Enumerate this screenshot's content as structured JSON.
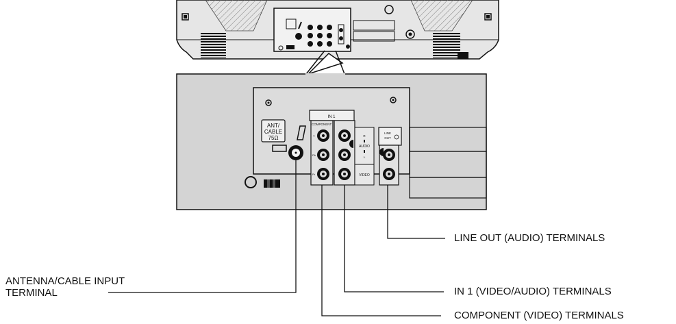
{
  "panel_labels": {
    "ant_line1": "ANT/",
    "ant_line2": "CABLE",
    "ant_line3": "75Ω",
    "in1": "IN  1",
    "component": "COMPONENT",
    "audio": "AUDIO",
    "audio_r": "R",
    "audio_l": "L",
    "video": "VIDEO",
    "line_out_line1": "LINE",
    "line_out_line2": "OUT",
    "comp_y": "Y",
    "comp_pb": "Pb",
    "comp_pr": "Pr"
  },
  "callouts": {
    "line_out": "LINE OUT (AUDIO) TERMINALS",
    "in1": "IN 1 (VIDEO/AUDIO) TERMINALS",
    "component": "COMPONENT (VIDEO) TERMINALS",
    "antenna_line1": "ANTENNA/CABLE INPUT",
    "antenna_line2": "TERMINAL"
  },
  "colors": {
    "housing": "#e6e6e6",
    "panel": "#d4d4d4",
    "line": "#111111"
  }
}
